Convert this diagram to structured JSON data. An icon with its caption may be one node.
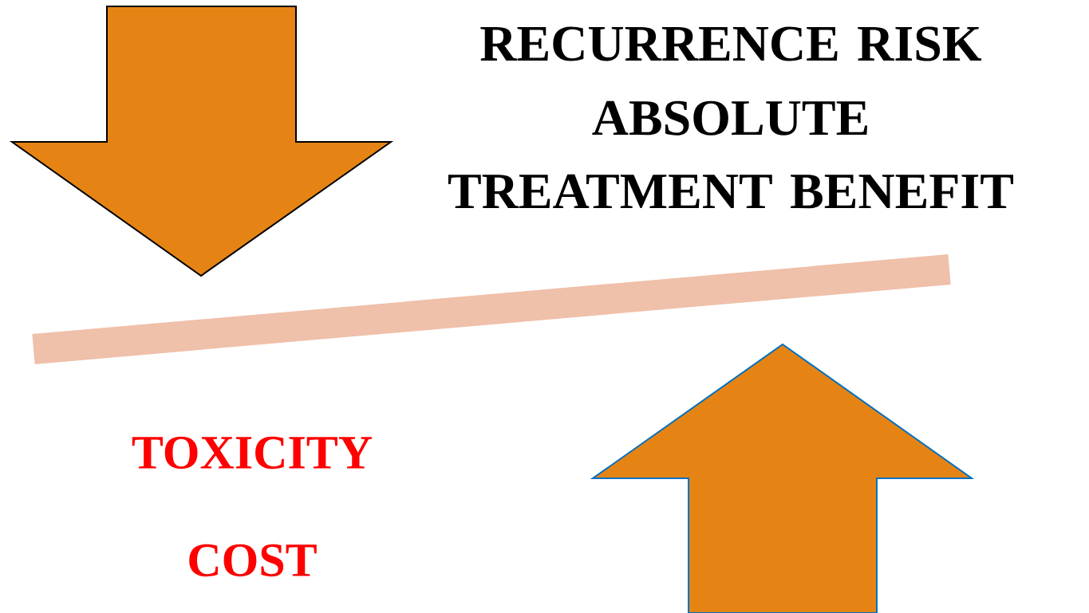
{
  "diagram": {
    "labels": [
      "RECURRENCE RISK",
      "ABSOLUTE TREATMENT BENEFIT",
      "TOXICITY",
      "COST"
    ]
  }
}
